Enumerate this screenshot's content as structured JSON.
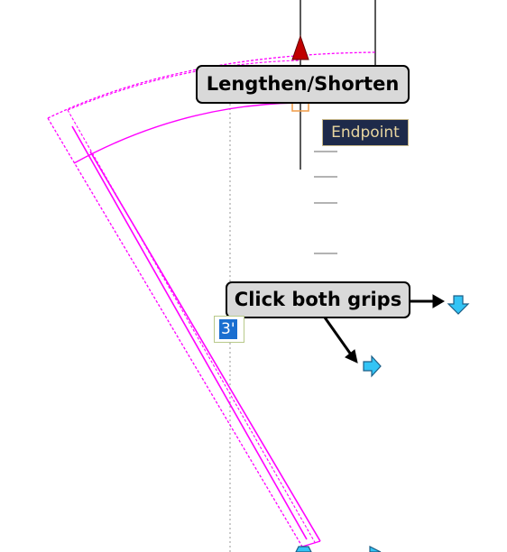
{
  "callouts": {
    "lengthen_shorten": "Lengthen/Shorten",
    "click_both_grips": "Click both grips"
  },
  "tooltip": {
    "snap_label": "Endpoint"
  },
  "dimension_input": {
    "value": "3'"
  },
  "icons": {
    "grip_arrow": "down-arrow-grip-icon",
    "triangle_grip": "triangle-grip-icon"
  },
  "colors": {
    "wall_line": "#ff00ff",
    "grip_fill": "#33c4f5",
    "grip_stroke": "#1c5e86",
    "triangle_grip": "#c00000",
    "tooltip_bg": "#1e2a4a",
    "tooltip_text": "#e8d6a0",
    "callout_bg": "#d9d9d9",
    "input_highlight": "#1a6fd0"
  }
}
